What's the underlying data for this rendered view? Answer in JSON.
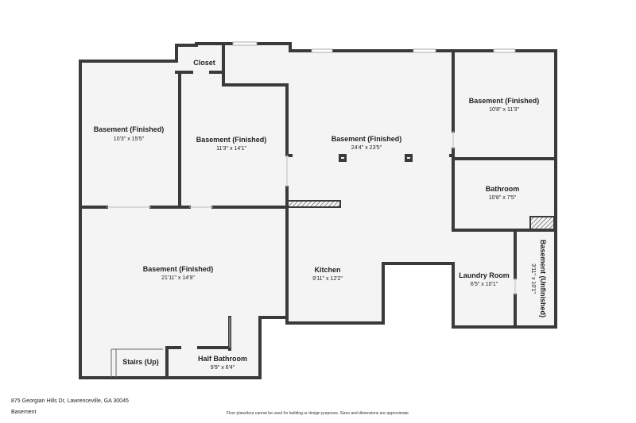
{
  "plan": {
    "rooms": [
      {
        "id": "basement-1",
        "name": "Basement (Finished)",
        "dims": "10'3\" x 15'5\""
      },
      {
        "id": "basement-2",
        "name": "Basement (Finished)",
        "dims": "11'3\" x 14'1\""
      },
      {
        "id": "basement-main",
        "name": "Basement (Finished)",
        "dims": "24'4\" x 23'5\""
      },
      {
        "id": "basement-ne",
        "name": "Basement (Finished)",
        "dims": "10'8\" x 11'3\""
      },
      {
        "id": "bathroom",
        "name": "Bathroom",
        "dims": "10'8\" x 7'5\""
      },
      {
        "id": "basement-sw",
        "name": "Basement (Finished)",
        "dims": "21'11\" x 14'9\""
      },
      {
        "id": "kitchen",
        "name": "Kitchen",
        "dims": "9'11\" x 12'2\""
      },
      {
        "id": "laundry",
        "name": "Laundry Room",
        "dims": "6'5\" x 10'1\""
      },
      {
        "id": "unfinished",
        "name": "Basement (Unfinished)",
        "dims": "3'11\" x 10'1\""
      },
      {
        "id": "half-bath",
        "name": "Half Bathroom",
        "dims": "9'9\" x 6'4\""
      },
      {
        "id": "closet",
        "name": "Closet",
        "dims": ""
      },
      {
        "id": "stairs",
        "name": "Stairs (Up)",
        "dims": ""
      }
    ]
  },
  "footer": {
    "address": "875 Georgian Hills Dr, Lawrenceville, GA 30045",
    "level": "Basement",
    "disclaimer": "Floor plans/tour cannot be used for building or design purposes. Sizes and dimensions are approximate."
  }
}
